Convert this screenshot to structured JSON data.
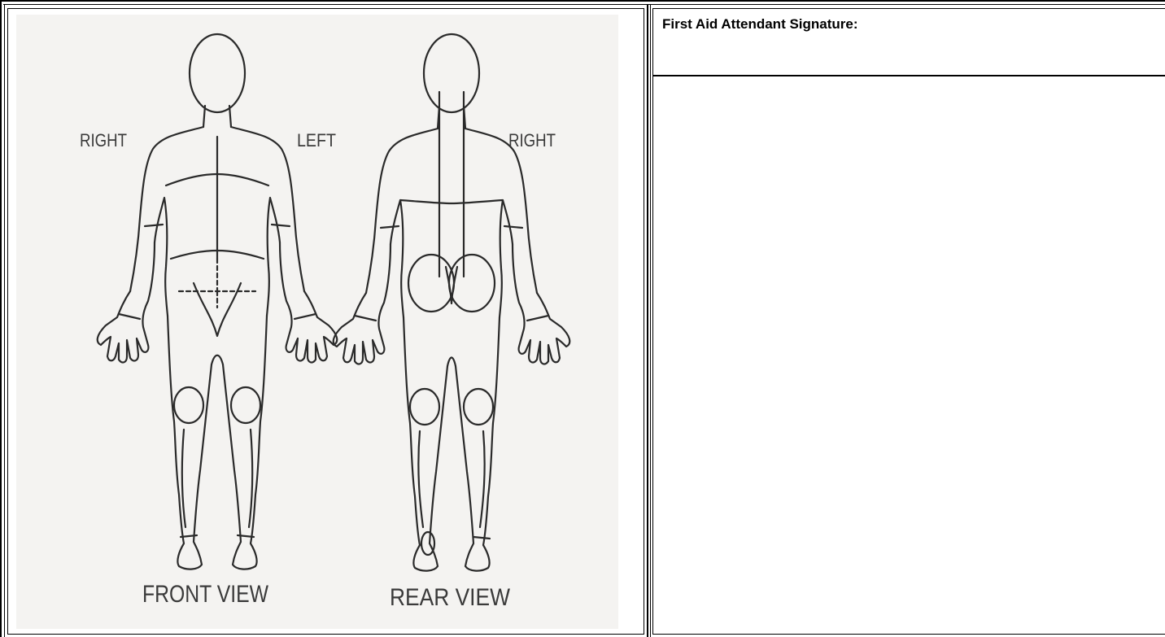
{
  "form": {
    "signature_label": "First Aid Attendant Signature:"
  },
  "diagram": {
    "front_right_label": "RIGHT",
    "front_left_label": "LEFT",
    "rear_right_label": "RIGHT",
    "front_caption": "FRONT VIEW",
    "rear_caption": "REAR VIEW"
  }
}
